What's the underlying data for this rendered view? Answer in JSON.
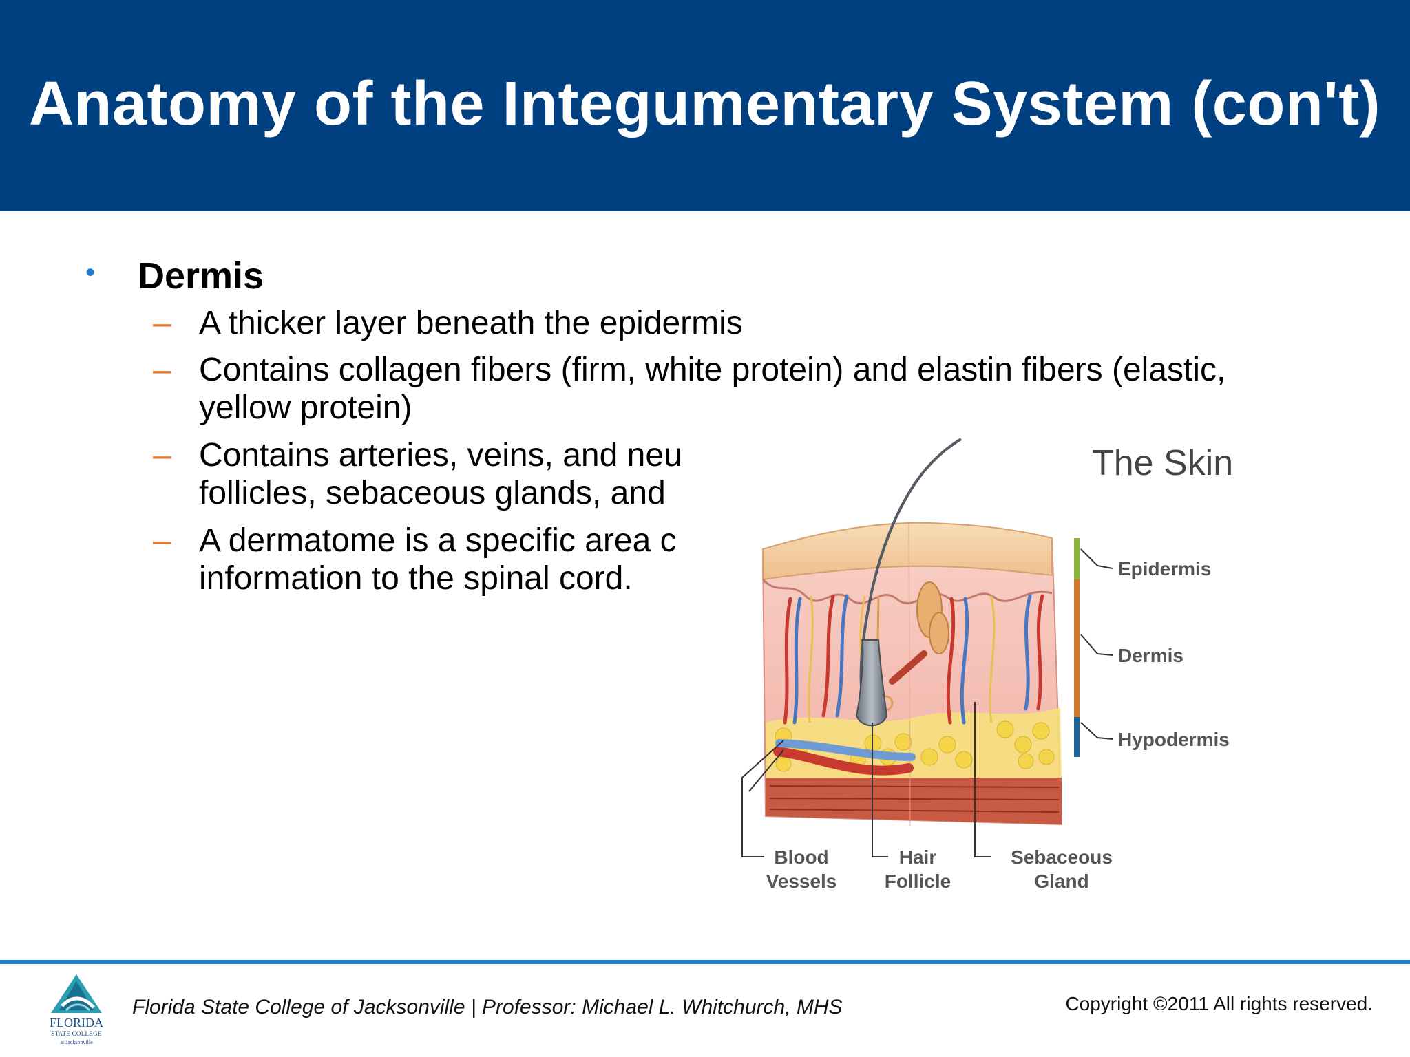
{
  "slide": {
    "title": "Anatomy of the Integumentary System (con't)",
    "bullet_heading": "Dermis",
    "sub_bullets": [
      {
        "lines": [
          "A thicker layer beneath the epidermis"
        ]
      },
      {
        "lines": [
          "Contains collagen fibers (firm, white protein) and elastin fibers (elastic,",
          "yellow protein)"
        ]
      },
      {
        "lines": [
          "Contains arteries, veins, and neu",
          "follicles, sebaceous glands, and"
        ]
      },
      {
        "lines": [
          "A dermatome is a specific area c",
          "information to the spinal cord."
        ]
      }
    ]
  },
  "illustration": {
    "title": "The Skin",
    "layer_labels": [
      "Epidermis",
      "Dermis",
      "Hypodermis"
    ],
    "bottom_labels": [
      {
        "line1": "Blood",
        "line2": "Vessels"
      },
      {
        "line1": "Hair",
        "line2": "Follicle"
      },
      {
        "line1": "Sebaceous",
        "line2": "Gland"
      }
    ],
    "layer_colors": [
      "#8cb43a",
      "#d0782c",
      "#1e6496"
    ]
  },
  "footer": {
    "institution_logo": {
      "line1": "FLORIDA",
      "line2": "STATE COLLEGE",
      "line3": "at Jacksonville"
    },
    "left_text": "Florida State College of Jacksonville  |  Professor: Michael L. Whitchurch, MHS",
    "right_text": "Copyright ©2011  All rights reserved."
  }
}
